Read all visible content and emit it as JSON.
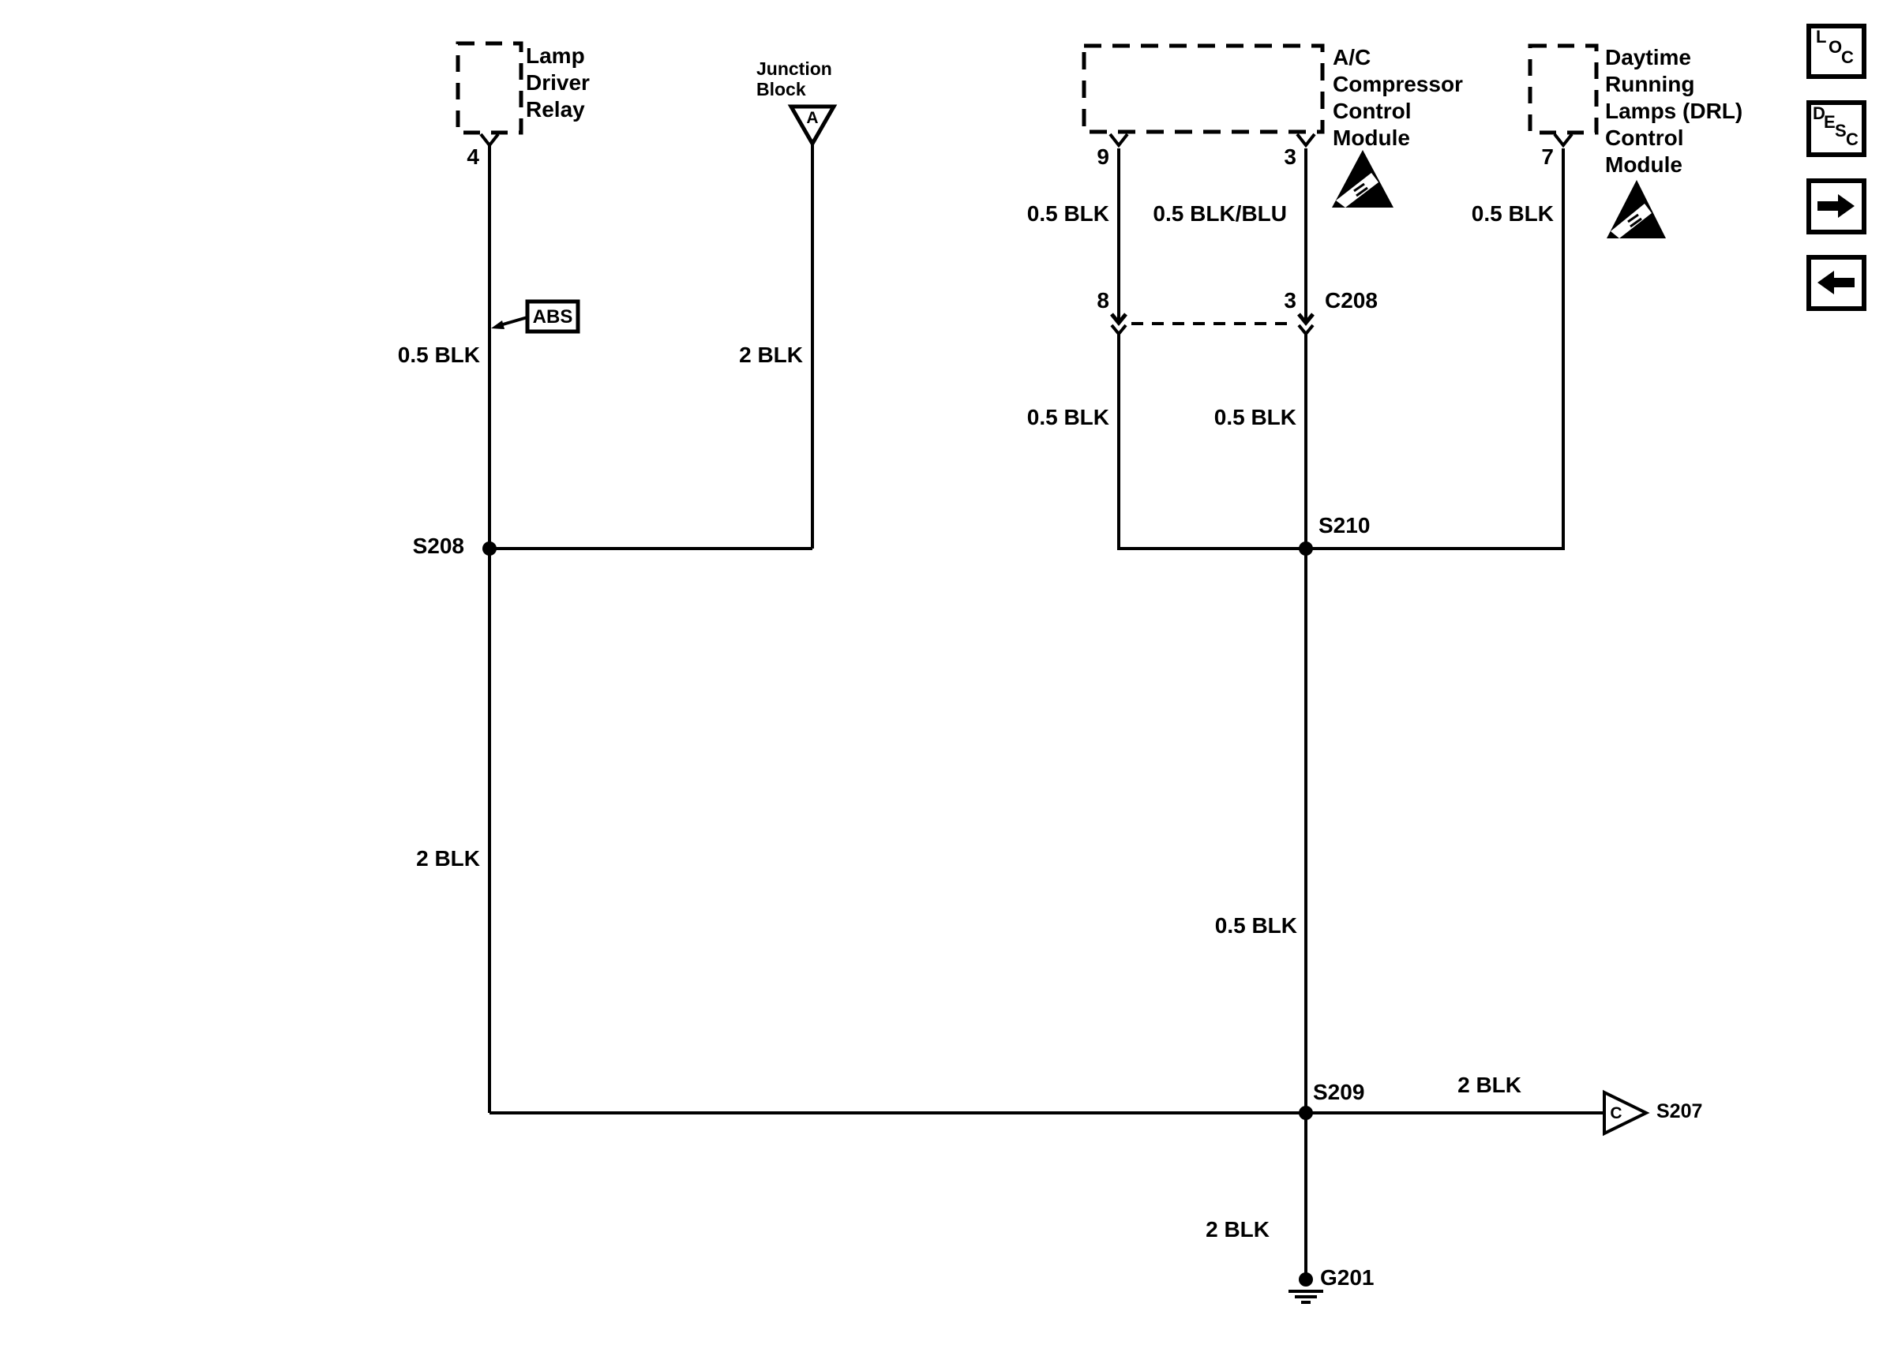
{
  "modules": {
    "lamp_driver_relay": {
      "lines": [
        "Lamp",
        "Driver",
        "Relay"
      ],
      "pin": "4"
    },
    "junction_block": {
      "lines": [
        "Junction",
        "Block"
      ],
      "letter": "A"
    },
    "ac_module": {
      "lines": [
        "A/C",
        "Compressor",
        "Control",
        "Module"
      ],
      "pin_left": "9",
      "pin_right": "3"
    },
    "drl_module": {
      "lines": [
        "Daytime",
        "Running",
        "Lamps (DRL)",
        "Control",
        "Module"
      ],
      "pin": "7"
    }
  },
  "connector_c208": {
    "pin_left": "8",
    "pin_right": "3",
    "label": "C208"
  },
  "splices": {
    "s208": "S208",
    "s209": "S209",
    "s210": "S210"
  },
  "ground": {
    "label": "G201"
  },
  "offpage_s207": {
    "letter": "C",
    "label": "S207"
  },
  "callout_abs": {
    "label": "ABS"
  },
  "wire_labels": {
    "relay_upper": "0.5 BLK",
    "junction_upper": "2 BLK",
    "ac9_upper": "0.5 BLK",
    "ac3_upper": "0.5 BLK/BLU",
    "drl_upper": "0.5 BLK",
    "ac8_lower": "0.5 BLK",
    "ac3_lower": "0.5 BLK",
    "relay_lower": "2 BLK",
    "main_mid": "0.5 BLK",
    "s209_branch": "2 BLK",
    "ground_feed": "2 BLK"
  },
  "colors": {
    "ink": "#000000",
    "paper": "#ffffff"
  },
  "toolbar": {
    "loc": [
      "L",
      "O",
      "C"
    ],
    "desc": [
      "D",
      "E",
      "S",
      "C"
    ]
  }
}
